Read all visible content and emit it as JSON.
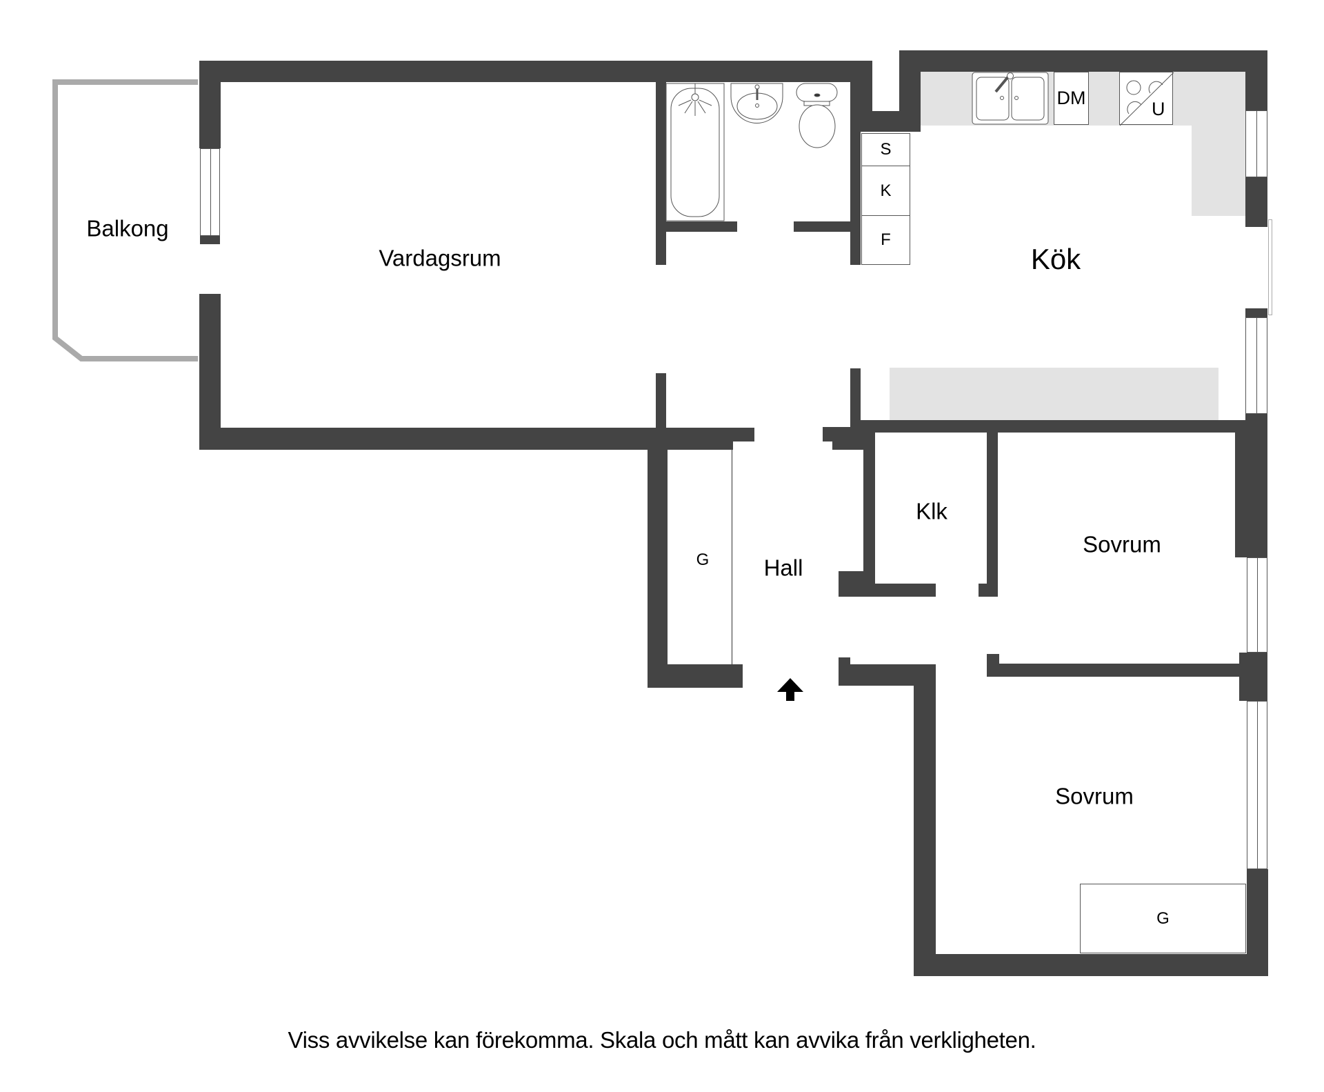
{
  "floorplan": {
    "rooms": {
      "balcony": "Balkong",
      "living_room": "Vardagsrum",
      "kitchen": "Kök",
      "hall": "Hall",
      "walk_in_closet": "Klk",
      "bedroom_1": "Sovrum",
      "bedroom_2": "Sovrum"
    },
    "closets": {
      "hall_wardrobe": "G",
      "bedroom_wardrobe": "G"
    },
    "kitchen_units": {
      "dishwasher": "DM",
      "oven": "U",
      "cabinet_s": "S",
      "cabinet_k": "K",
      "cabinet_f": "F"
    },
    "icons": [
      "bathtub-icon",
      "washbasin-icon",
      "toilet-icon",
      "double-sink-icon",
      "stove-icon",
      "entrance-arrow-icon"
    ],
    "colors": {
      "wall": "#444444",
      "counter": "#e3e3e3",
      "balcony_rail": "#aaaaaa"
    }
  },
  "caption": "Viss avvikelse kan förekomma. Skala och mått kan avvika från verkligheten."
}
